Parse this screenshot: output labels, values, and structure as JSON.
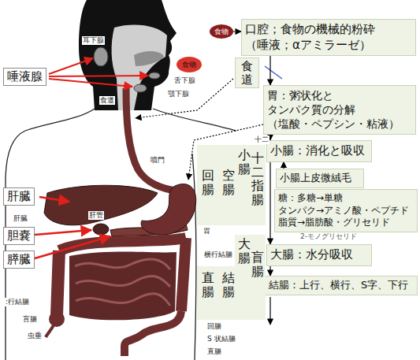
{
  "diagram": {
    "nodes": [
      {
        "text": [
          "食物"
        ]
      },
      {
        "text": [
          "口腔；食物の機械的粉砕 （唾液；αアミラーゼ）"
        ]
      },
      {
        "text": [
          "食道"
        ]
      },
      {
        "text": [
          "胃：粥状化と タンパク質の分解 （塩酸・ペプシン・粘液）"
        ]
      },
      {
        "text": [
          "小腸：消化と吸収"
        ]
      },
      {
        "text": [
          "小腸上皮微絨毛"
        ]
      },
      {
        "text": [
          "糖：多糖→単糖 タンパク→アミノ酸・ペプチド 脂質→脂肪酸・グリセリド"
        ]
      },
      {
        "text": [
          "大腸：水分吸収"
        ]
      },
      {
        "text": [
          "結腸：上行、横行、S字、下行"
        ]
      },
      {
        "text": [
          "小腸",
          "十二指腸",
          "空腸",
          "回腸"
        ]
      },
      {
        "text": [
          "大腸",
          "盲腸",
          "結腸",
          "直腸"
        ]
      },
      {
        "text": [
          "唾液腺"
        ]
      },
      {
        "text": [
          "肝臓"
        ]
      },
      {
        "text": [
          "胆嚢"
        ]
      },
      {
        "text": [
          "膵臓"
        ]
      },
      {
        "text": [
          "食物"
        ]
      }
    ],
    "edges": [
      {
        "from": 0,
        "to": 1,
        "arrow": "to"
      },
      {
        "from": 1,
        "to": 3,
        "arrow": "to"
      },
      {
        "from": 3,
        "to": 4,
        "arrow": "to"
      },
      {
        "from": 5,
        "to": 4,
        "arrow": "to"
      },
      {
        "from": 4,
        "to": 7,
        "arrow": "to"
      },
      {
        "from": 7,
        "to": 8,
        "arrow": "to"
      }
    ],
    "labels": [
      "耳下腺",
      "舌下腺",
      "顎下腺",
      "食道",
      "噴門",
      "肝臓",
      "肝管",
      "胃",
      "横行結腸",
      ":行結腸",
      "盲腸",
      "虫垂",
      "回腸",
      "S 状結腸",
      "直腸",
      "十二",
      "2-モノグリセリド"
    ]
  }
}
